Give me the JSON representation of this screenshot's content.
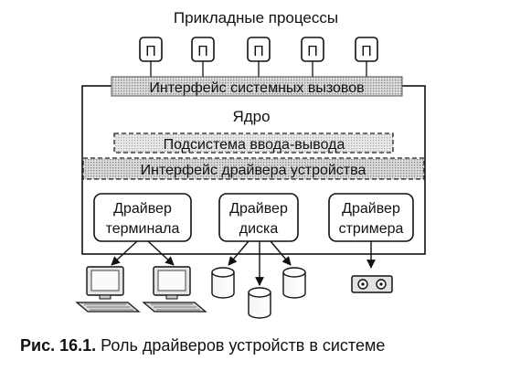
{
  "diagram": {
    "title": "Прикладные процессы",
    "process_label": "П",
    "syscall_interface": "Интерфейс системных вызовов",
    "kernel": "Ядро",
    "io_subsystem": "Подсистема ввода-вывода",
    "driver_interface": "Интерфейс драйвера устройства",
    "drivers": [
      {
        "line1": "Драйвер",
        "line2": "терминала"
      },
      {
        "line1": "Драйвер",
        "line2": "диска"
      },
      {
        "line1": "Драйвер",
        "line2": "стримера"
      }
    ]
  },
  "caption": {
    "label": "Рис. 16.1.",
    "text": "Роль драйверов устройств в системе"
  }
}
